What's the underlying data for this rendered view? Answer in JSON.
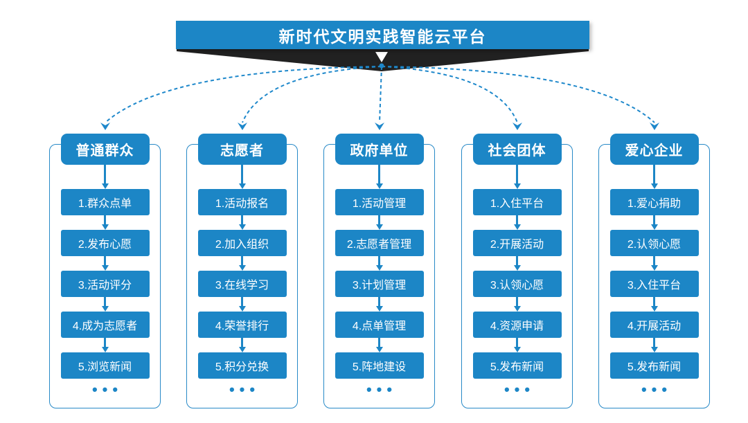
{
  "diagram": {
    "title": "新时代文明实践智能云平台",
    "more_label": "•••",
    "colors": {
      "primary_blue": "#1c86c6",
      "dashed_line_blue": "#1e88cb",
      "container_border_blue": "#2789c7",
      "banner_shadow_black": "#212121",
      "background": "#ffffff",
      "text_white": "#ffffff"
    },
    "columns": [
      {
        "header": "普通群众",
        "items": [
          "1.群众点单",
          "2.发布心愿",
          "3.活动评分",
          "4.成为志愿者",
          "5.浏览新闻"
        ]
      },
      {
        "header": "志愿者",
        "items": [
          "1.活动报名",
          "2.加入组织",
          "3.在线学习",
          "4.荣誉排行",
          "5.积分兑换"
        ]
      },
      {
        "header": "政府单位",
        "items": [
          "1.活动管理",
          "2.志愿者管理",
          "3.计划管理",
          "4.点单管理",
          "5.阵地建设"
        ]
      },
      {
        "header": "社会团体",
        "items": [
          "1.入住平台",
          "2.开展活动",
          "3.认领心愿",
          "4.资源申请",
          "5.发布新闻"
        ]
      },
      {
        "header": "爱心企业",
        "items": [
          "1.爱心捐助",
          "2.认领心愿",
          "3.入住平台",
          "4.开展活动",
          "5.发布新闻"
        ]
      }
    ]
  }
}
